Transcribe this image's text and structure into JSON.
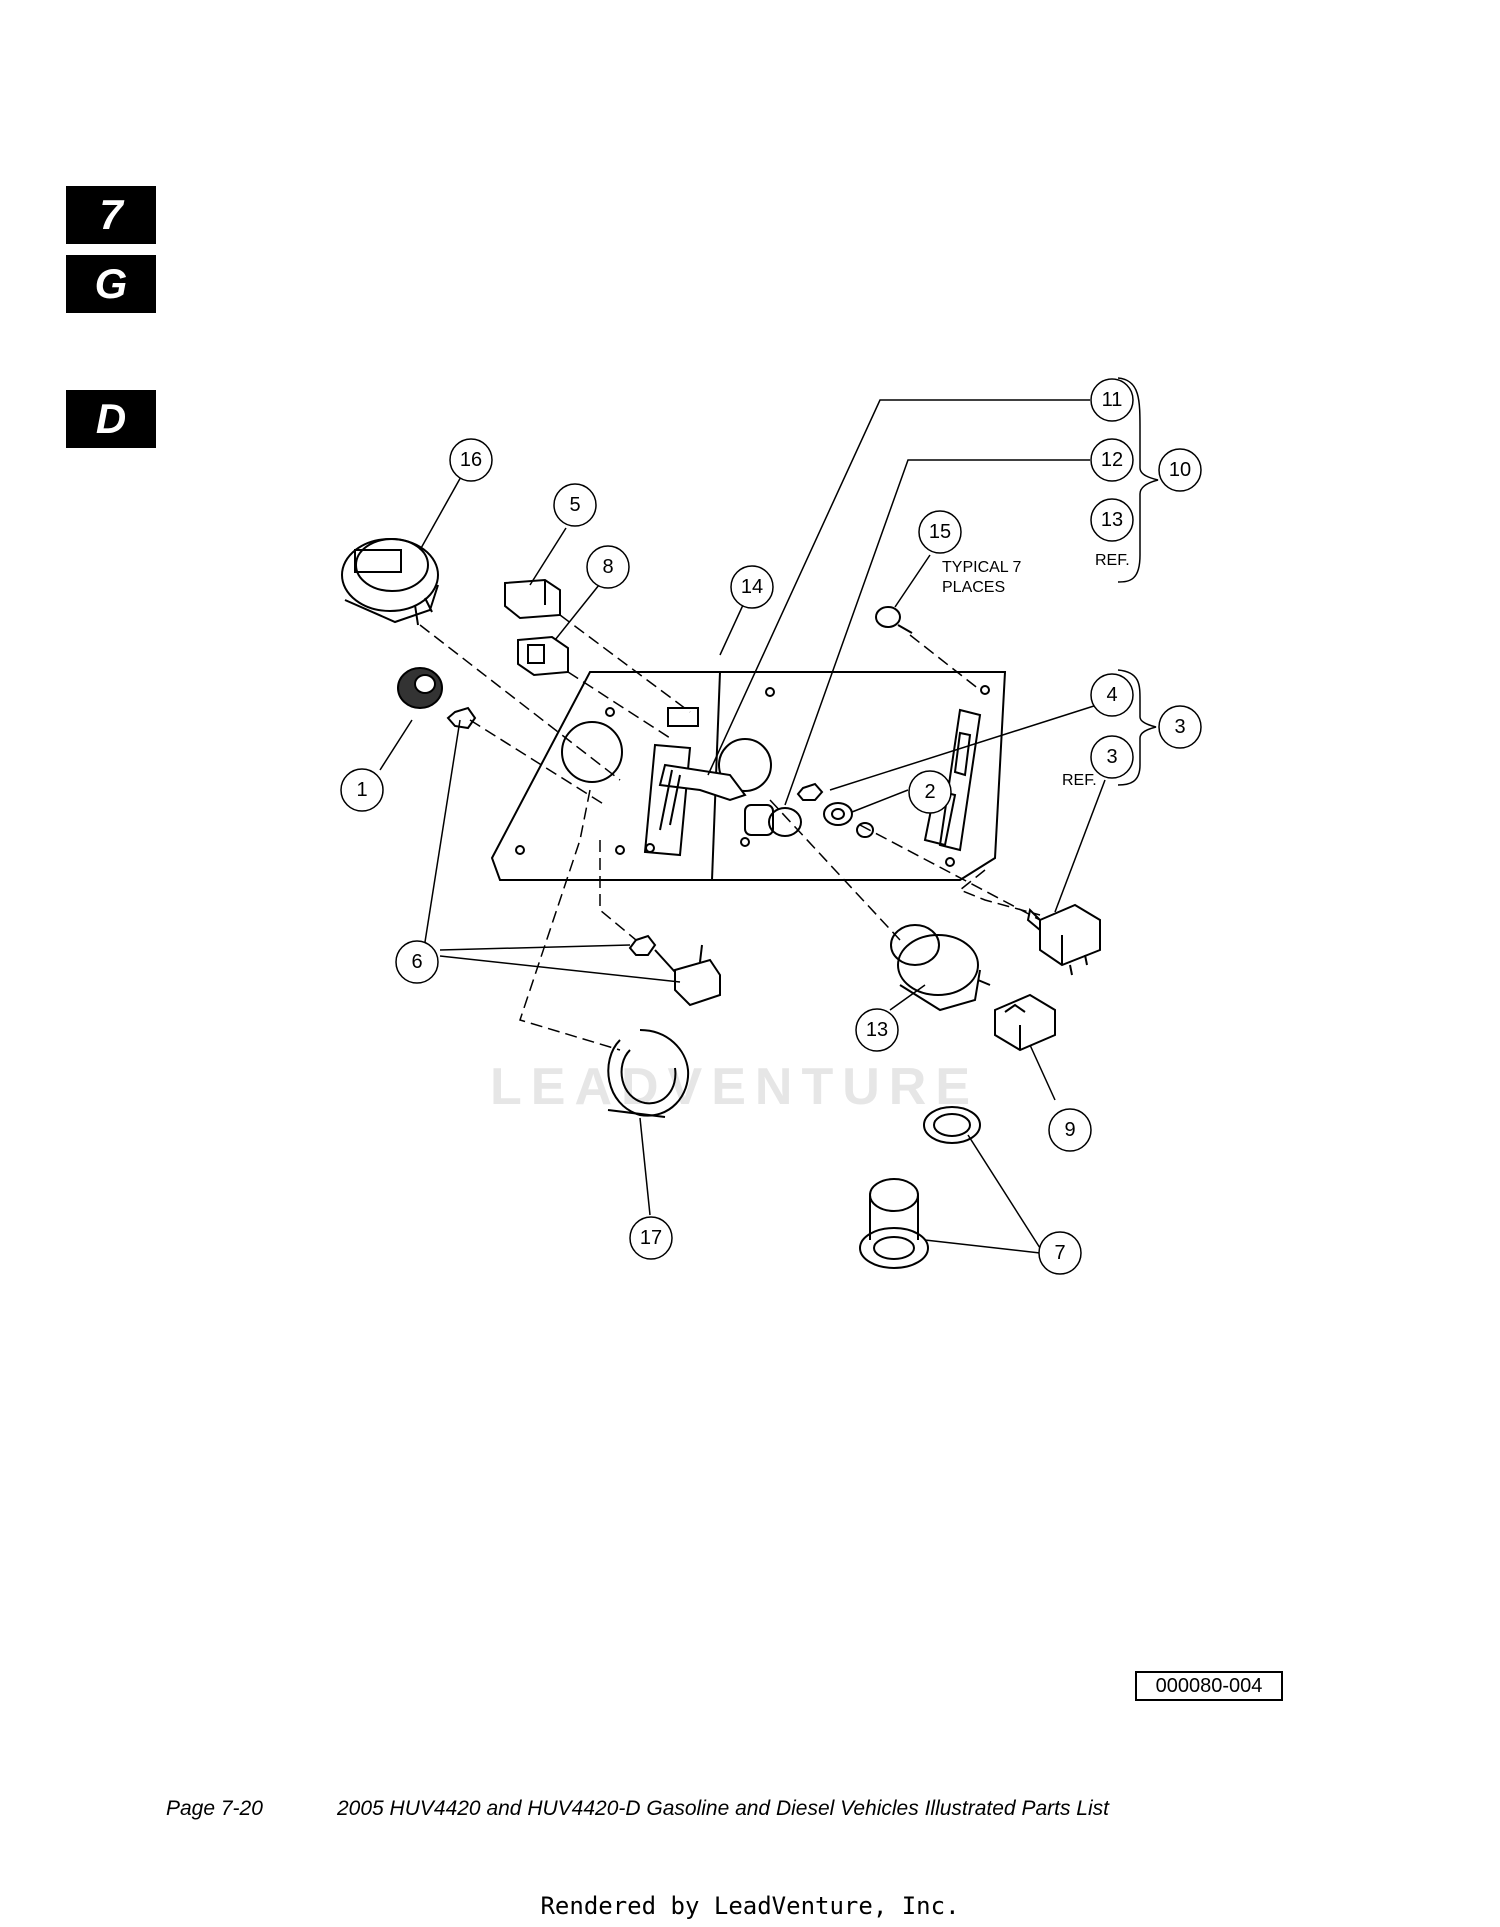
{
  "section_tabs": [
    "7",
    "G",
    "D"
  ],
  "callouts": [
    {
      "id": "16",
      "label": "16"
    },
    {
      "id": "5",
      "label": "5"
    },
    {
      "id": "8",
      "label": "8"
    },
    {
      "id": "14",
      "label": "14"
    },
    {
      "id": "11",
      "label": "11"
    },
    {
      "id": "12",
      "label": "12"
    },
    {
      "id": "10",
      "label": "10"
    },
    {
      "id": "13a",
      "label": "13"
    },
    {
      "id": "15",
      "label": "15"
    },
    {
      "id": "4",
      "label": "4"
    },
    {
      "id": "3a",
      "label": "3"
    },
    {
      "id": "3b",
      "label": "3"
    },
    {
      "id": "2",
      "label": "2"
    },
    {
      "id": "1",
      "label": "1"
    },
    {
      "id": "6",
      "label": "6"
    },
    {
      "id": "13b",
      "label": "13"
    },
    {
      "id": "9",
      "label": "9"
    },
    {
      "id": "17",
      "label": "17"
    },
    {
      "id": "7",
      "label": "7"
    }
  ],
  "annotations": {
    "typical_line1": "TYPICAL 7",
    "typical_line2": "PLACES",
    "ref_13": "REF.",
    "ref_3": "REF."
  },
  "watermark": "LEADVENTURE",
  "drawing_code": "000080-004",
  "footer": {
    "page": "Page 7-20",
    "title": "2005 HUV4420 and HUV4420-D Gasoline and Diesel Vehicles Illustrated Parts List",
    "rendered_by": "Rendered by LeadVenture, Inc."
  }
}
